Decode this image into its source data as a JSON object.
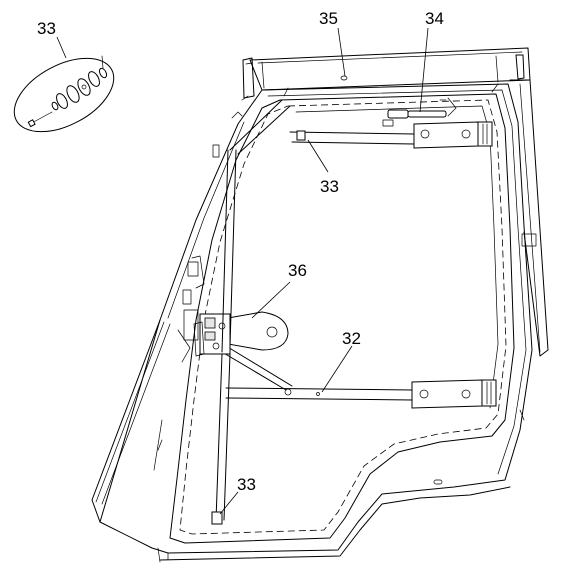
{
  "callouts": {
    "c33_detail": "33",
    "c35": "35",
    "c34": "34",
    "c33_upper": "33",
    "c36": "36",
    "c32": "32",
    "c33_lower": "33"
  },
  "colors": {
    "line": "#000000",
    "background": "#ffffff"
  }
}
